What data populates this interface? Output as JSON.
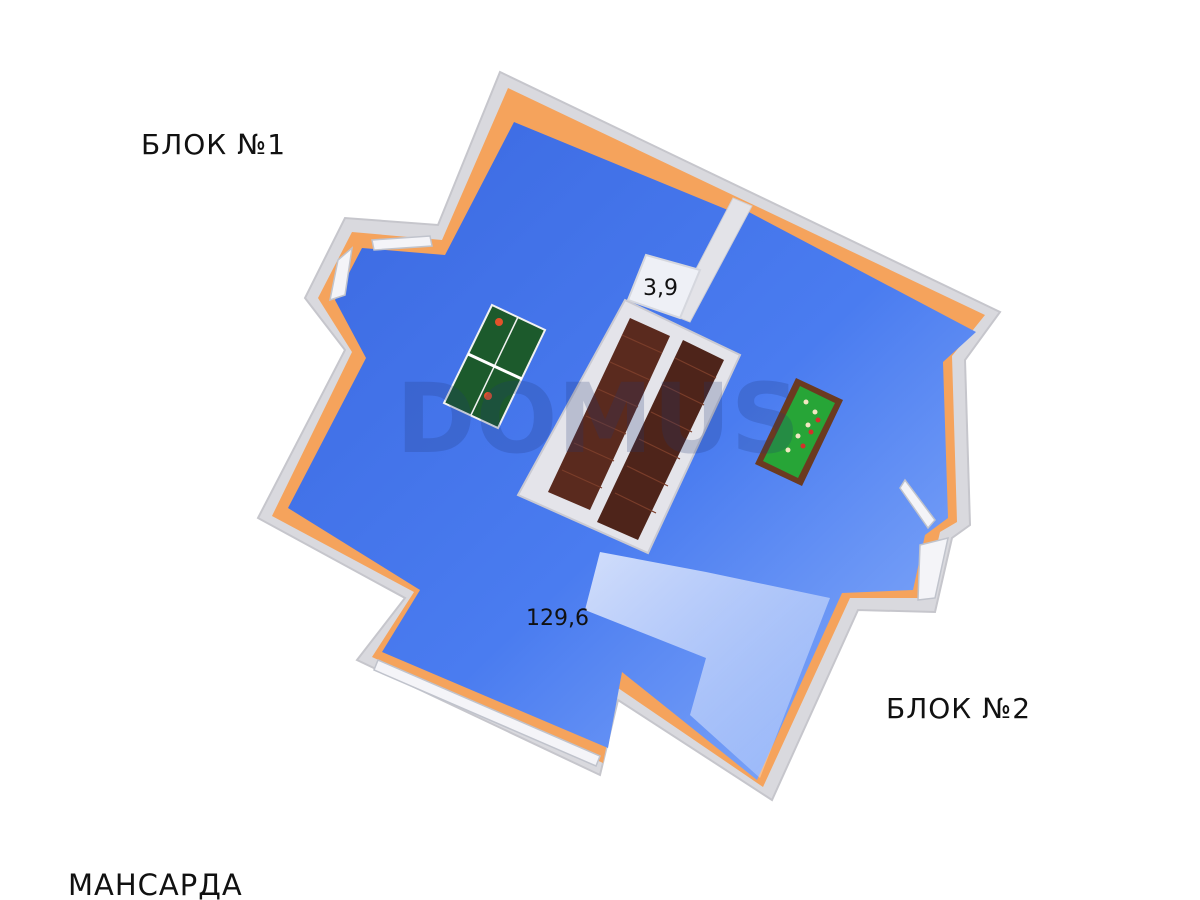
{
  "labels": {
    "block_1": "БЛОК №1",
    "block_2": "БЛОК №2",
    "floor_name": "МАНСАРДА"
  },
  "rooms": [
    {
      "area": "129,6"
    },
    {
      "area": "3,9"
    }
  ],
  "watermark": "DOMUS",
  "colors": {
    "floor": "#3c6ee6",
    "floor_light": "#6b98f5",
    "wall_top": "#e2e2e6",
    "wall_inner": "#f29a55",
    "stair_wood": "#5a2a1e",
    "ping_pong_table": "#1c5a2c",
    "billiard_table": "#27a537"
  }
}
